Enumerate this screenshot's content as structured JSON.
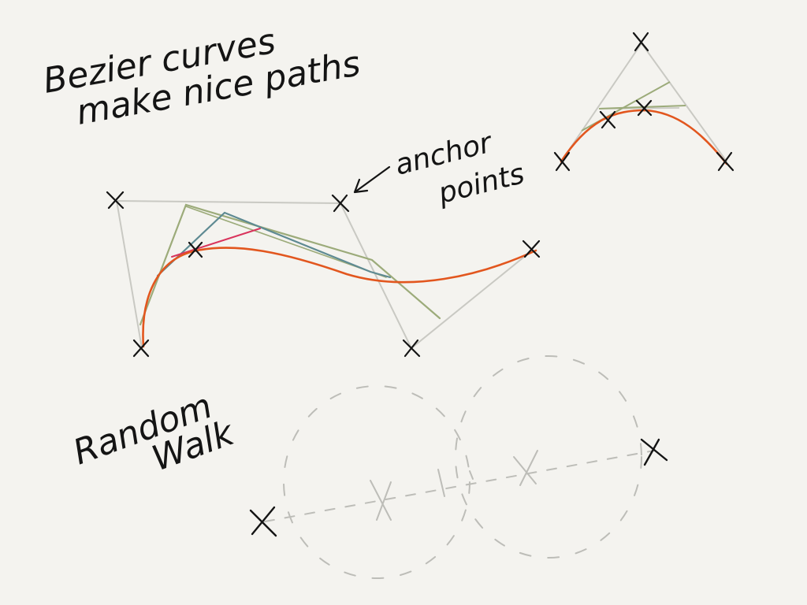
{
  "sketch": {
    "title_line1": "Bezier curves",
    "title_line2": "make nice paths",
    "anchor_label_line1": "anchor",
    "anchor_label_line2": "points",
    "walk_label_line1": "Random",
    "walk_label_line2": "Walk"
  },
  "colors": {
    "paper": "#f4f3ef",
    "ink": "#141414",
    "construction_grey": "#c9c9c3",
    "construction_green": "#9cab7a",
    "construction_blue": "#5e8a92",
    "construction_pink": "#d9345c",
    "curve_orange": "#e2561e",
    "walk_grey": "#bdbdb8"
  },
  "icons": [
    "cross-mark-icon",
    "arrow-icon"
  ]
}
